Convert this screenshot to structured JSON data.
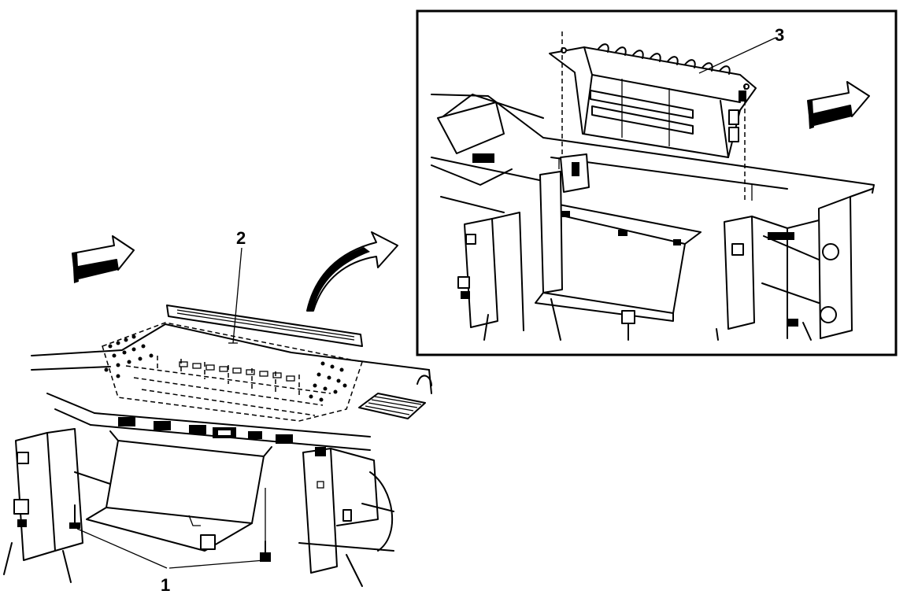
{
  "figure": {
    "callouts": [
      {
        "id": "fastener",
        "label": "1"
      },
      {
        "id": "panel",
        "label": "2"
      },
      {
        "id": "module",
        "label": "3"
      }
    ]
  }
}
